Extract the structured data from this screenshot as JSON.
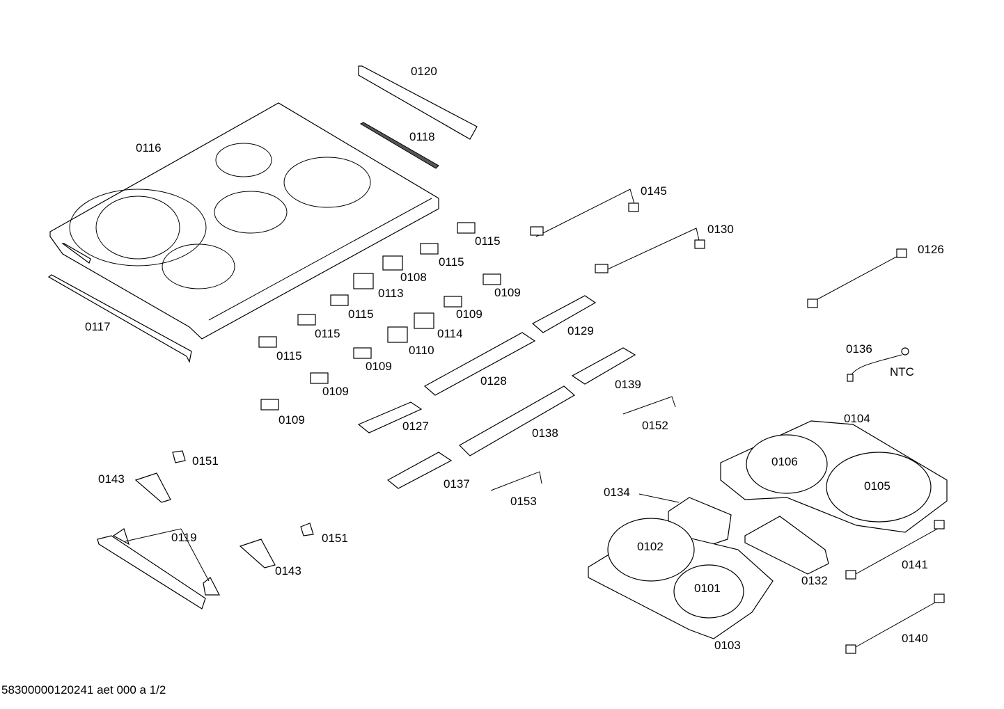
{
  "diagram": {
    "part_labels": [
      "0120",
      "0118",
      "0116",
      "0145",
      "0130",
      "0126",
      "0115",
      "0115",
      "0108",
      "0113",
      "0109",
      "0115",
      "0109",
      "0114",
      "0115",
      "0110",
      "0129",
      "0117",
      "0115",
      "0109",
      "0128",
      "0139",
      "0136",
      "NTC",
      "0109",
      "0152",
      "0104",
      "0109",
      "0127",
      "0138",
      "0106",
      "0151",
      "0105",
      "0143",
      "0137",
      "0153",
      "0134",
      "0119",
      "0151",
      "0102",
      "0141",
      "0132",
      "0143",
      "0101",
      "0140",
      "0103"
    ]
  },
  "footer": {
    "text": "58300000120241 aet 000 a 1/2"
  }
}
